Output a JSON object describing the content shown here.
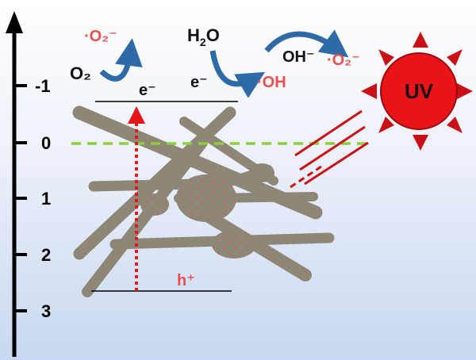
{
  "axis": {
    "ticks": [
      "-1",
      "0",
      "1",
      "2",
      "3"
    ]
  },
  "bands": {
    "electron_label": "e⁻",
    "hole_label": "h⁺"
  },
  "reactions": {
    "superoxide_reaction": {
      "reactant": "O₂",
      "product": "·O₂⁻",
      "electron": "e⁻"
    },
    "hydroxyl_reaction": {
      "reactant_base": "H",
      "reactant_sub": "2",
      "reactant_tail": "O",
      "product": "·OH",
      "electron": "e⁻"
    },
    "hydroxide_reaction": {
      "reactant": "OH⁻",
      "product": "·O₂⁻"
    }
  },
  "light_source": {
    "label": "UV"
  },
  "colors": {
    "radical_red": "#e83a3a",
    "sun_body": "#e8141a",
    "sun_rays": "#c81016",
    "arrow_blue": "#2f6aa8",
    "dashed_green": "#8ccf3a",
    "fiber_gray": "#8d8778",
    "dotted_red": "#e8141a"
  }
}
